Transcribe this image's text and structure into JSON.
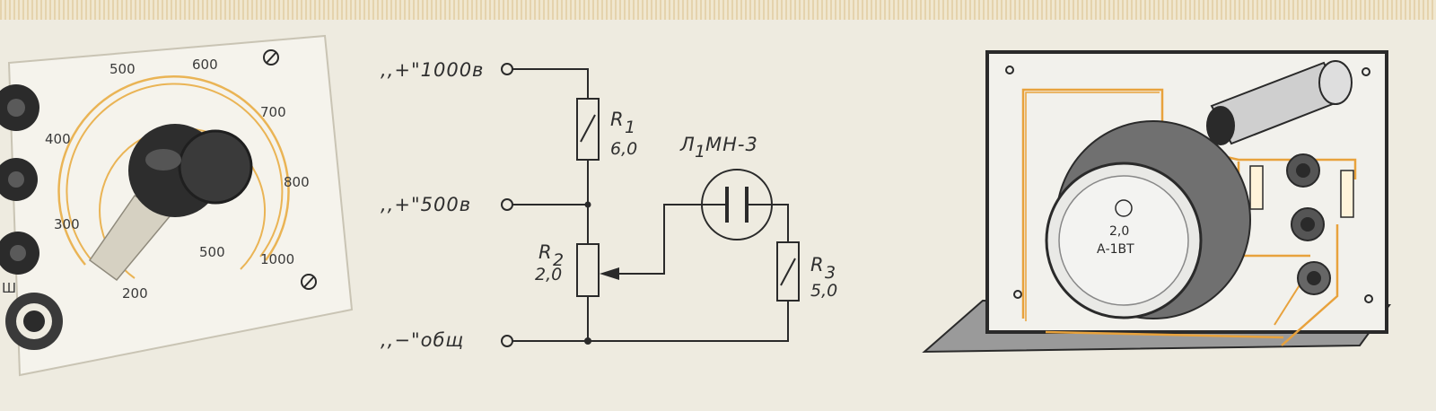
{
  "panel": {
    "scale_labels": [
      "500",
      "600",
      "700",
      "800",
      "400",
      "300",
      "500",
      "1000",
      "200",
      "Ш"
    ]
  },
  "circuit": {
    "terminals": [
      ",,+\"1000в",
      ",,+\"500в",
      ",,−\"общ"
    ],
    "r1": {
      "name": "R",
      "sub": "1",
      "value": "6,0"
    },
    "r2": {
      "name": "R",
      "sub": "2",
      "value": "2,0"
    },
    "r3": {
      "name": "R",
      "sub": "3",
      "value": "5,0"
    },
    "lamp": {
      "name": "Л",
      "sub": "1",
      "type": "МН-3"
    }
  },
  "device": {
    "pot_value": "2,0",
    "pot_type": "А-1ВТ"
  },
  "colors": {
    "background": "#eeebe0",
    "ink": "#2a2a2a",
    "accent": "#e8a23c"
  }
}
